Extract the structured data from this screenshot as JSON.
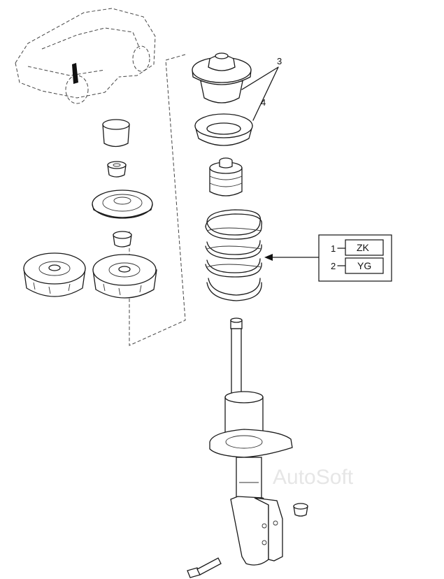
{
  "callouts": {
    "top_mount": "3",
    "bearing": "4"
  },
  "spring_table": [
    {
      "index": "1",
      "code": "ZK"
    },
    {
      "index": "2",
      "code": "YG"
    }
  ],
  "watermark": "AutoSoft"
}
